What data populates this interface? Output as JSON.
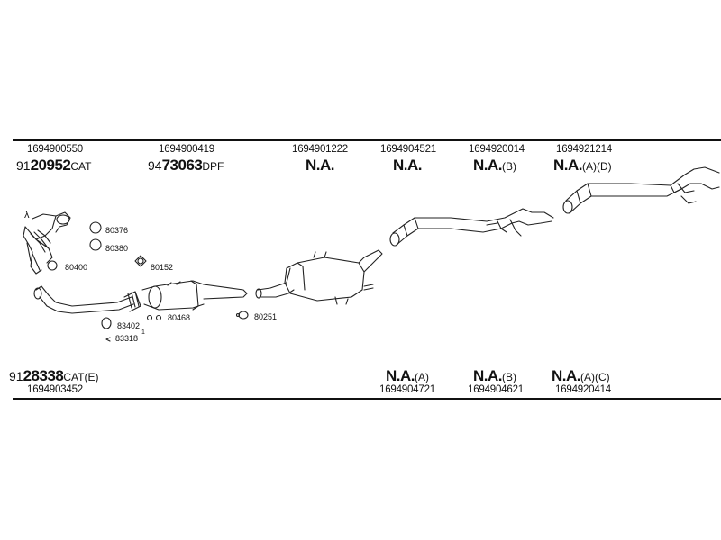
{
  "top_row": {
    "part_numbers": [
      "1694900550",
      "1694900419",
      "1694901222",
      "1694904521",
      "1694920014",
      "1694921214"
    ],
    "c1": {
      "prefix": "91",
      "bold": "20952",
      "suffix": "CAT"
    },
    "c2": {
      "prefix": "94",
      "bold": "73063",
      "suffix": "DPF"
    },
    "c3": {
      "bold": "N.A.",
      "suffix": ""
    },
    "c4": {
      "bold": "N.A.",
      "suffix": ""
    },
    "c5": {
      "bold": "N.A.",
      "suffix": "(B)"
    },
    "c6": {
      "bold": "N.A.",
      "suffix": "(A)(D)"
    }
  },
  "bottom_row": {
    "c1": {
      "prefix": "91",
      "bold": "28338",
      "suffix": "CAT(E)",
      "part_number": "1694903452"
    },
    "c4": {
      "bold": "N.A.",
      "suffix": "(A)",
      "part_number": "1694904721"
    },
    "c5": {
      "bold": "N.A.",
      "suffix": "(B)",
      "part_number": "1694904621"
    },
    "c6": {
      "bold": "N.A.",
      "suffix": "(A)(C)",
      "part_number": "1694920414"
    }
  },
  "small_parts": {
    "p80376": "80376",
    "p80380": "80380",
    "p80400": "80400",
    "p80152": "80152",
    "p80468": "80468",
    "p83402": "83402",
    "p83318": "83318",
    "p83318_sup": "1",
    "p80251": "80251",
    "lambda": "λ"
  }
}
